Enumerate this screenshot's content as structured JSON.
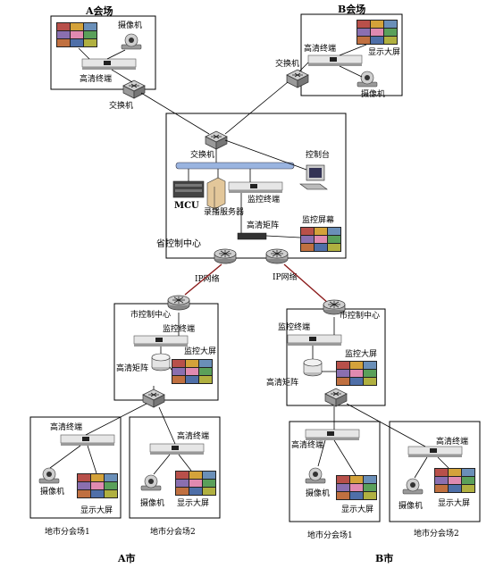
{
  "labels": {
    "venue_a": "A会场",
    "venue_b": "B会场",
    "camera": "摄像机",
    "hd_terminal": "高清终端",
    "switch": "交换机",
    "big_screen": "显示大屏",
    "console": "控制台",
    "mcu": "MCU",
    "recording_server": "录播服务器",
    "monitor_terminal": "监控终端",
    "hd_matrix": "高清矩阵",
    "monitor_wall": "监控屏幕",
    "provincial_center": "省控制中心",
    "ip_network": "IP网络",
    "city_center": "市控制中心",
    "monitor_big_screen": "监控大屏",
    "branch_1": "地市分会场1",
    "branch_2": "地市分会场2",
    "city_a": "A市",
    "city_b": "B市"
  }
}
